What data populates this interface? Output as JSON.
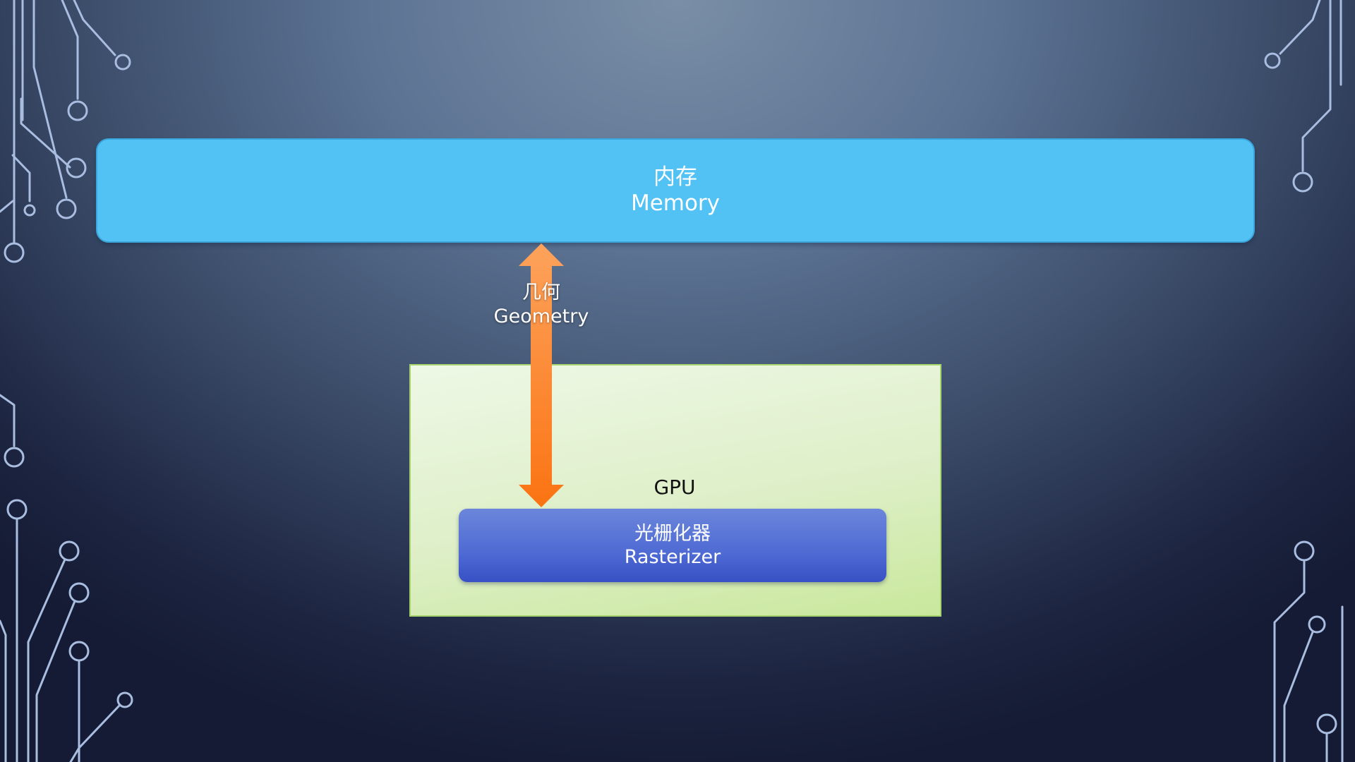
{
  "memory": {
    "label_cn": "内存",
    "label_en": "Memory"
  },
  "arrow": {
    "label_cn": "几何",
    "label_en": "Geometry",
    "color": "#fb7a1e"
  },
  "gpu": {
    "label": "GPU"
  },
  "rasterizer": {
    "label_cn": "光栅化器",
    "label_en": "Rasterizer"
  },
  "colors": {
    "memory_fill": "#52c2f4",
    "gpu_fill": "#e2f2d0",
    "rasterizer_fill": "#4f6bd4",
    "circuit_lines": "#a9bde0"
  }
}
